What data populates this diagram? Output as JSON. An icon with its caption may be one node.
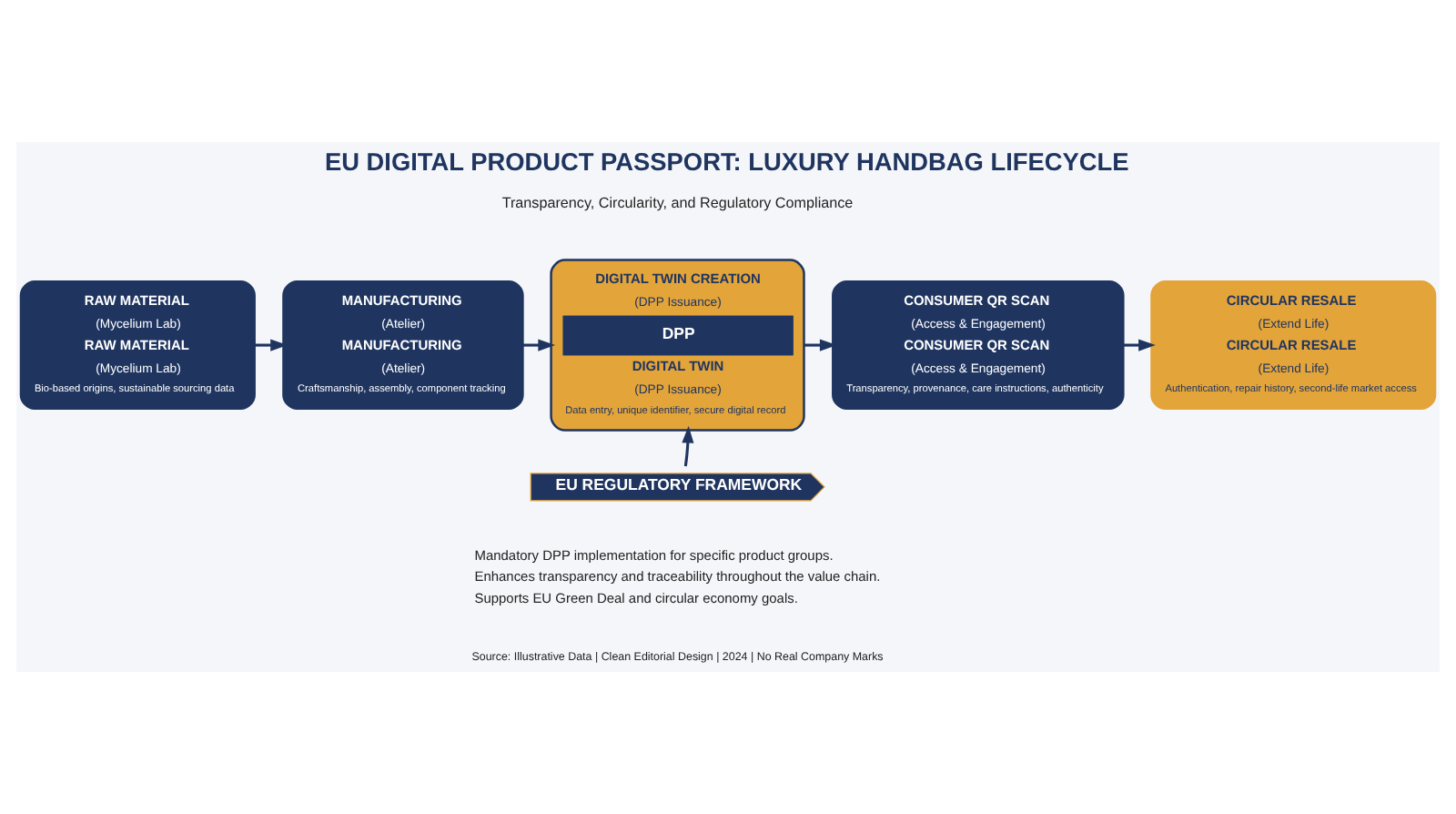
{
  "diagram": {
    "title": "EU DIGITAL PRODUCT PASSPORT: LUXURY HANDBAG LIFECYCLE",
    "nodes": [
      {
        "text": [
          "RAW MATERIAL",
          "(Mycelium Lab)",
          "RAW MATERIAL",
          "(Mycelium Lab)",
          "Bio-based origins, sustainable sourcing data"
        ]
      },
      {
        "text": [
          "MANUFACTURING",
          "(Atelier)",
          "MANUFACTURING",
          "(Atelier)",
          "Craftsmanship, assembly, component tracking"
        ]
      },
      {
        "text": [
          "DIGITAL TWIN CREATION",
          "(DPP Issuance)",
          "DPP",
          "DIGITAL TWIN",
          "(DPP Issuance)",
          "Data entry, unique identifier, secure digital record"
        ]
      },
      {
        "text": [
          "CONSUMER QR SCAN",
          "(Access & Engagement)",
          "CONSUMER QR SCAN",
          "(Access & Engagement)",
          "Transparency, provenance, care instructions, authenticity"
        ]
      },
      {
        "text": [
          "CIRCULAR RESALE",
          "(Extend Life)",
          "CIRCULAR RESALE",
          "(Extend Life)",
          "Authentication, repair history, second-life market access"
        ]
      },
      {
        "text": [
          "EU REGULATORY FRAMEWORK"
        ]
      }
    ],
    "edges": [
      {
        "from": 0,
        "to": 1,
        "arrow": "to"
      },
      {
        "from": 1,
        "to": 2,
        "arrow": "to"
      },
      {
        "from": 2,
        "to": 3,
        "arrow": "to"
      },
      {
        "from": 3,
        "to": 4,
        "arrow": "to"
      },
      {
        "from": 5,
        "to": 2,
        "arrow": "to"
      }
    ],
    "labels": [
      "Transparency, Circularity, and Regulatory Compliance",
      "Mandatory DPP implementation for specific product groups.",
      "Enhances transparency and traceability throughout the value chain.",
      "Supports EU Green Deal and circular economy goals.",
      "Source: Illustrative Data | Clean Editorial Design | 2024 | No Real Company Marks"
    ]
  }
}
